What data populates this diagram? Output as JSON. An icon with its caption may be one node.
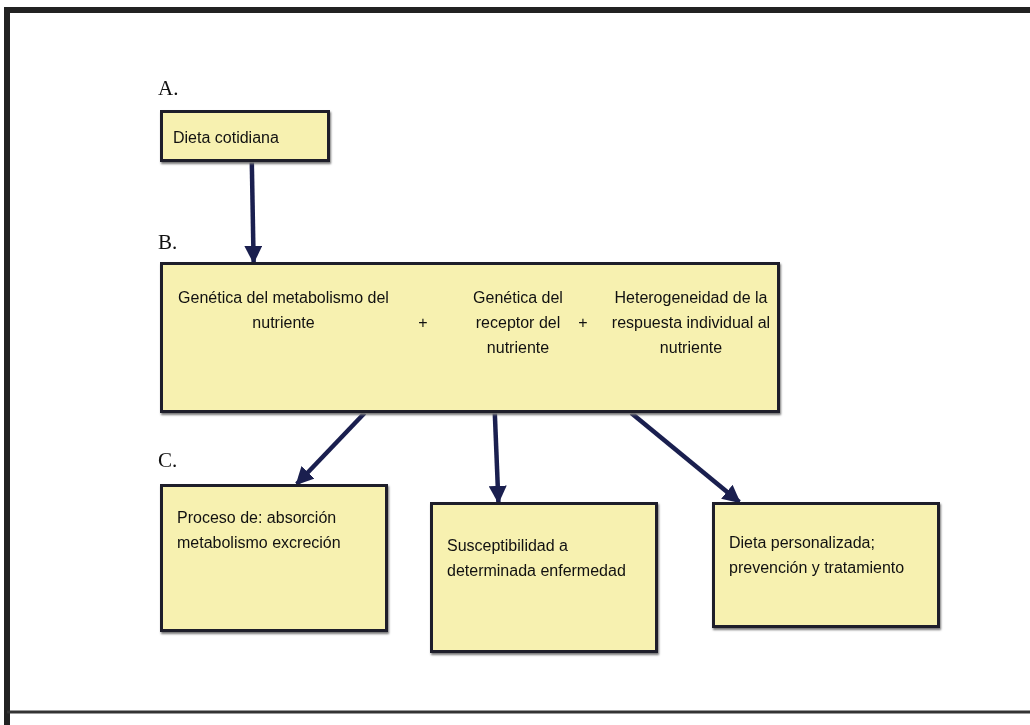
{
  "diagram": {
    "nodes": [
      {
        "text": [
          "Dieta cotidiana"
        ]
      },
      {
        "text": [
          "Genética del metabolismo del nutriente",
          "+",
          "Genética del receptor del nutriente",
          "+",
          "Heterogeneidad de la respuesta individual al nutriente"
        ]
      },
      {
        "text": [
          "Proceso de: absorción metabolismo excreción"
        ]
      },
      {
        "text": [
          "Susceptibilidad a determinada enfermedad"
        ]
      },
      {
        "text": [
          "Dieta personalizada; prevención y tratamiento"
        ]
      }
    ],
    "edges": [
      {
        "from": 0,
        "to": 1,
        "arrow": "to"
      },
      {
        "from": 1,
        "to": 2,
        "arrow": "to"
      },
      {
        "from": 1,
        "to": 3,
        "arrow": "to"
      },
      {
        "from": 1,
        "to": 4,
        "arrow": "to"
      }
    ],
    "labels": [
      "A.",
      "B.",
      "C."
    ]
  }
}
